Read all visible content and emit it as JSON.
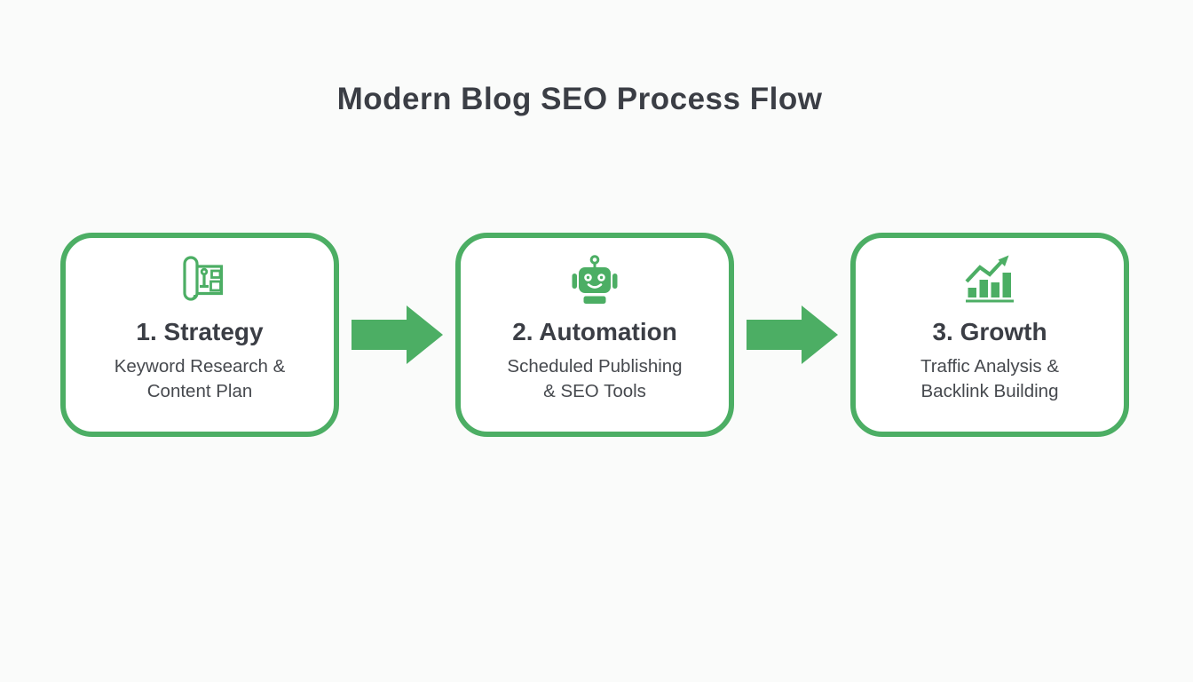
{
  "title": "Modern Blog SEO Process Flow",
  "steps": [
    {
      "icon": "blueprint-icon",
      "title": "1. Strategy",
      "subtitle": "Keyword Research &\nContent Plan"
    },
    {
      "icon": "robot-icon",
      "title": "2. Automation",
      "subtitle": "Scheduled Publishing\n& SEO Tools"
    },
    {
      "icon": "growth-chart-icon",
      "title": "3. Growth",
      "subtitle": "Traffic Analysis &\nBacklink Building"
    }
  ],
  "connectors": [
    {
      "icon": "arrow-right-icon"
    },
    {
      "icon": "arrow-right-icon"
    }
  ],
  "colors": {
    "accent_green": "#4cae64",
    "page_background": "#fafbfa",
    "card_background": "#ffffff",
    "title_text": "#3b3e45",
    "subtitle_text": "#46494e"
  }
}
